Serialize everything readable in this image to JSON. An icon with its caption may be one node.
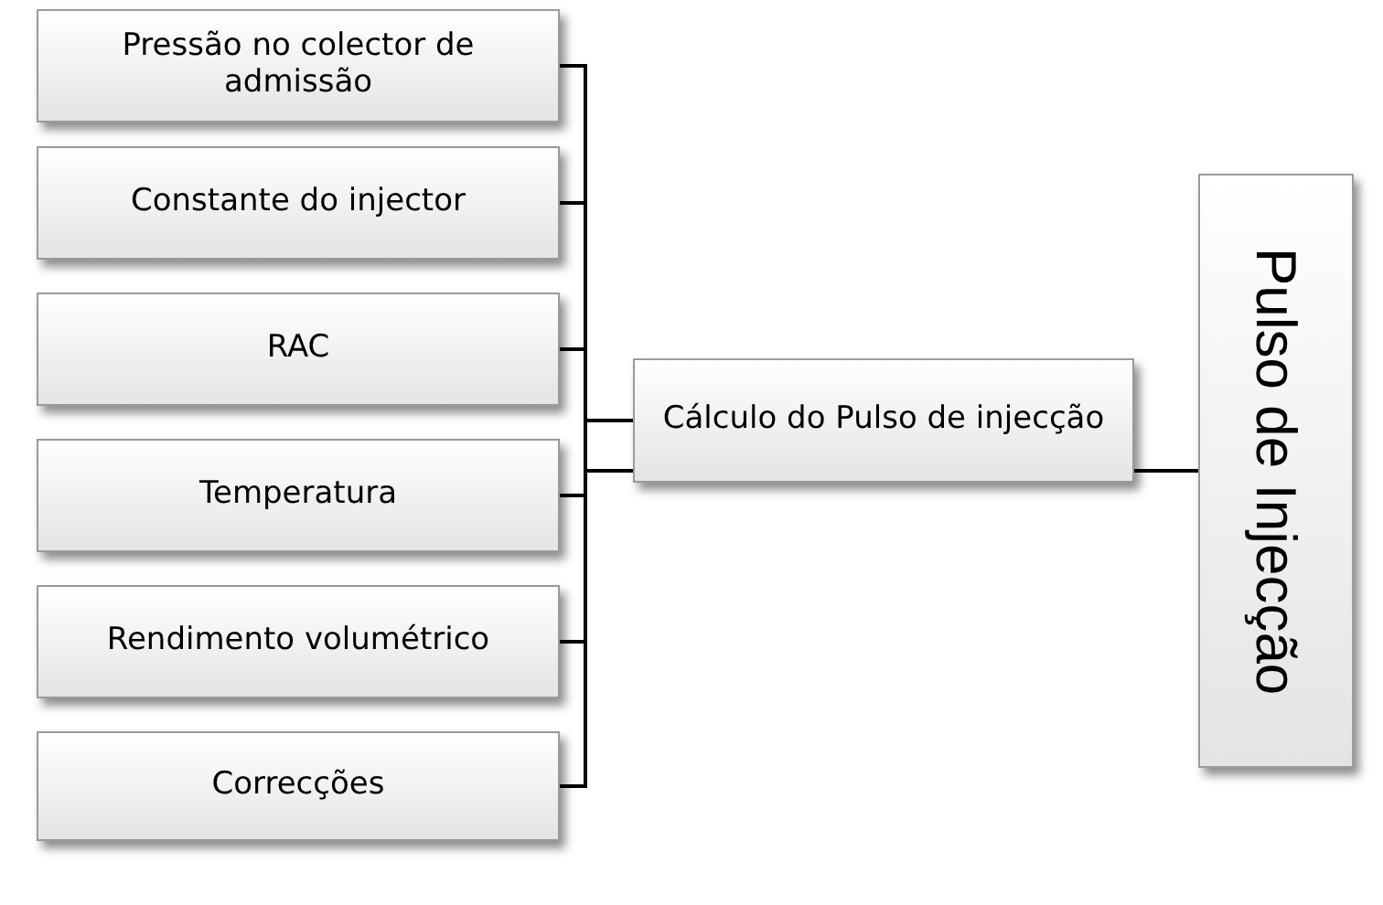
{
  "diagram": {
    "nodes": [
      {
        "text": [
          "Pressão no colector de admissão"
        ]
      },
      {
        "text": [
          "Constante do injector"
        ]
      },
      {
        "text": [
          "RAC"
        ]
      },
      {
        "text": [
          "Temperatura"
        ]
      },
      {
        "text": [
          "Rendimento volumétrico"
        ]
      },
      {
        "text": [
          "Correcções"
        ]
      },
      {
        "text": [
          "Cálculo do Pulso de injecção"
        ]
      },
      {
        "text": [
          "Pulso de Injecção"
        ]
      }
    ],
    "edges": [
      {
        "from": 0,
        "to": 6,
        "arrow": "none"
      },
      {
        "from": 1,
        "to": 6,
        "arrow": "none"
      },
      {
        "from": 2,
        "to": 6,
        "arrow": "none"
      },
      {
        "from": 3,
        "to": 6,
        "arrow": "none"
      },
      {
        "from": 4,
        "to": 6,
        "arrow": "none"
      },
      {
        "from": 5,
        "to": 6,
        "arrow": "none"
      },
      {
        "from": 6,
        "to": 7,
        "arrow": "none"
      }
    ]
  }
}
